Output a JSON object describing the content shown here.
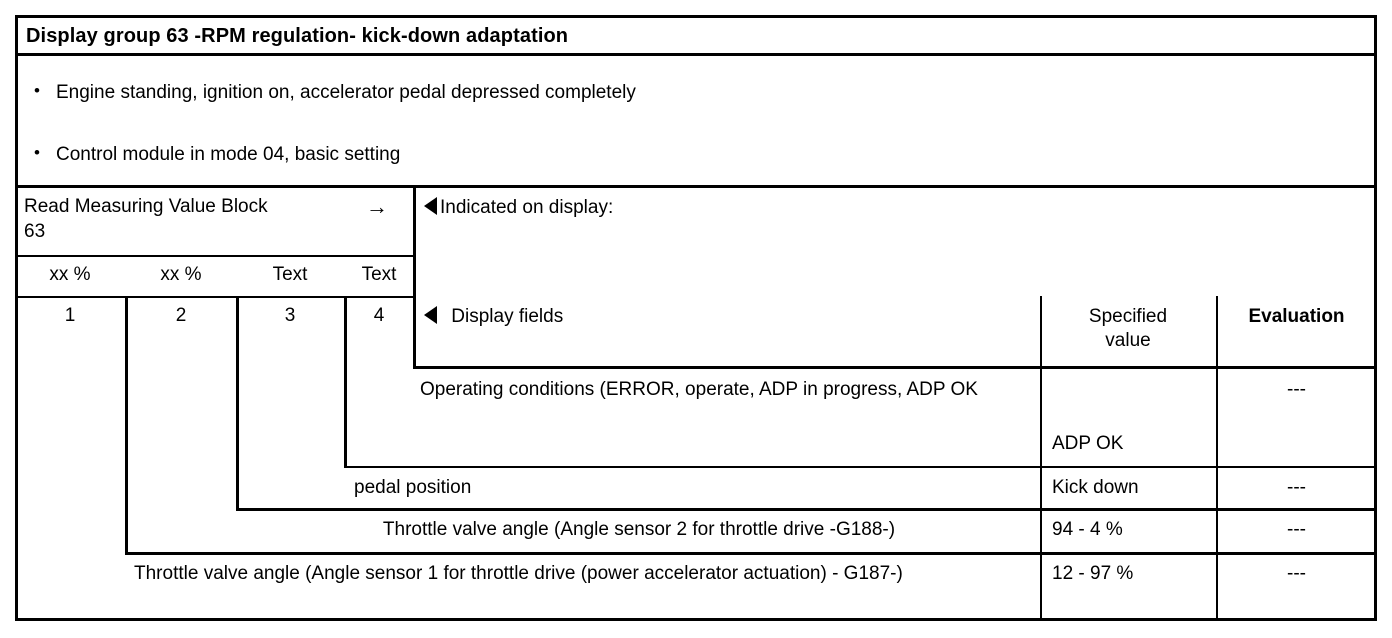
{
  "document": {
    "title": "Display group 63 -RPM regulation- kick-down adaptation"
  },
  "conditions": {
    "bullet_glyph": "•",
    "items": [
      "Engine standing, ignition on, accelerator pedal depressed completely",
      "Control module in mode 04, basic setting"
    ]
  },
  "read_block": {
    "label": "Read Measuring Value Block",
    "arrow_glyph": "→",
    "group_number": "63",
    "unit_headers": [
      "xx %",
      "xx %",
      "Text",
      "Text"
    ],
    "field_numbers": [
      "1",
      "2",
      "3",
      "4"
    ]
  },
  "display_panel": {
    "indicated_label": "Indicated on display:",
    "display_fields_label": "Display fields"
  },
  "table": {
    "columns": {
      "display_fields": "Display fields",
      "specified_value_line1": "Specified",
      "specified_value_line2": "value",
      "evaluation": "Evaluation"
    },
    "rows": [
      {
        "field_index": "4",
        "description": "Operating conditions (ERROR, operate, ADP in progress, ADP OK",
        "specified_value": "ADP OK",
        "evaluation": "---"
      },
      {
        "field_index": "3",
        "description": "pedal position",
        "specified_value": "Kick down",
        "evaluation": "---"
      },
      {
        "field_index": "2",
        "description": "Throttle valve angle (Angle sensor 2 for throttle drive -G188-)",
        "specified_value": "94 - 4 %",
        "evaluation": "---"
      },
      {
        "field_index": "1",
        "description": "Throttle valve angle (Angle sensor 1 for throttle drive (power accelerator actuation) - G187-)",
        "specified_value": "12 - 97 %",
        "evaluation": "---"
      }
    ]
  }
}
